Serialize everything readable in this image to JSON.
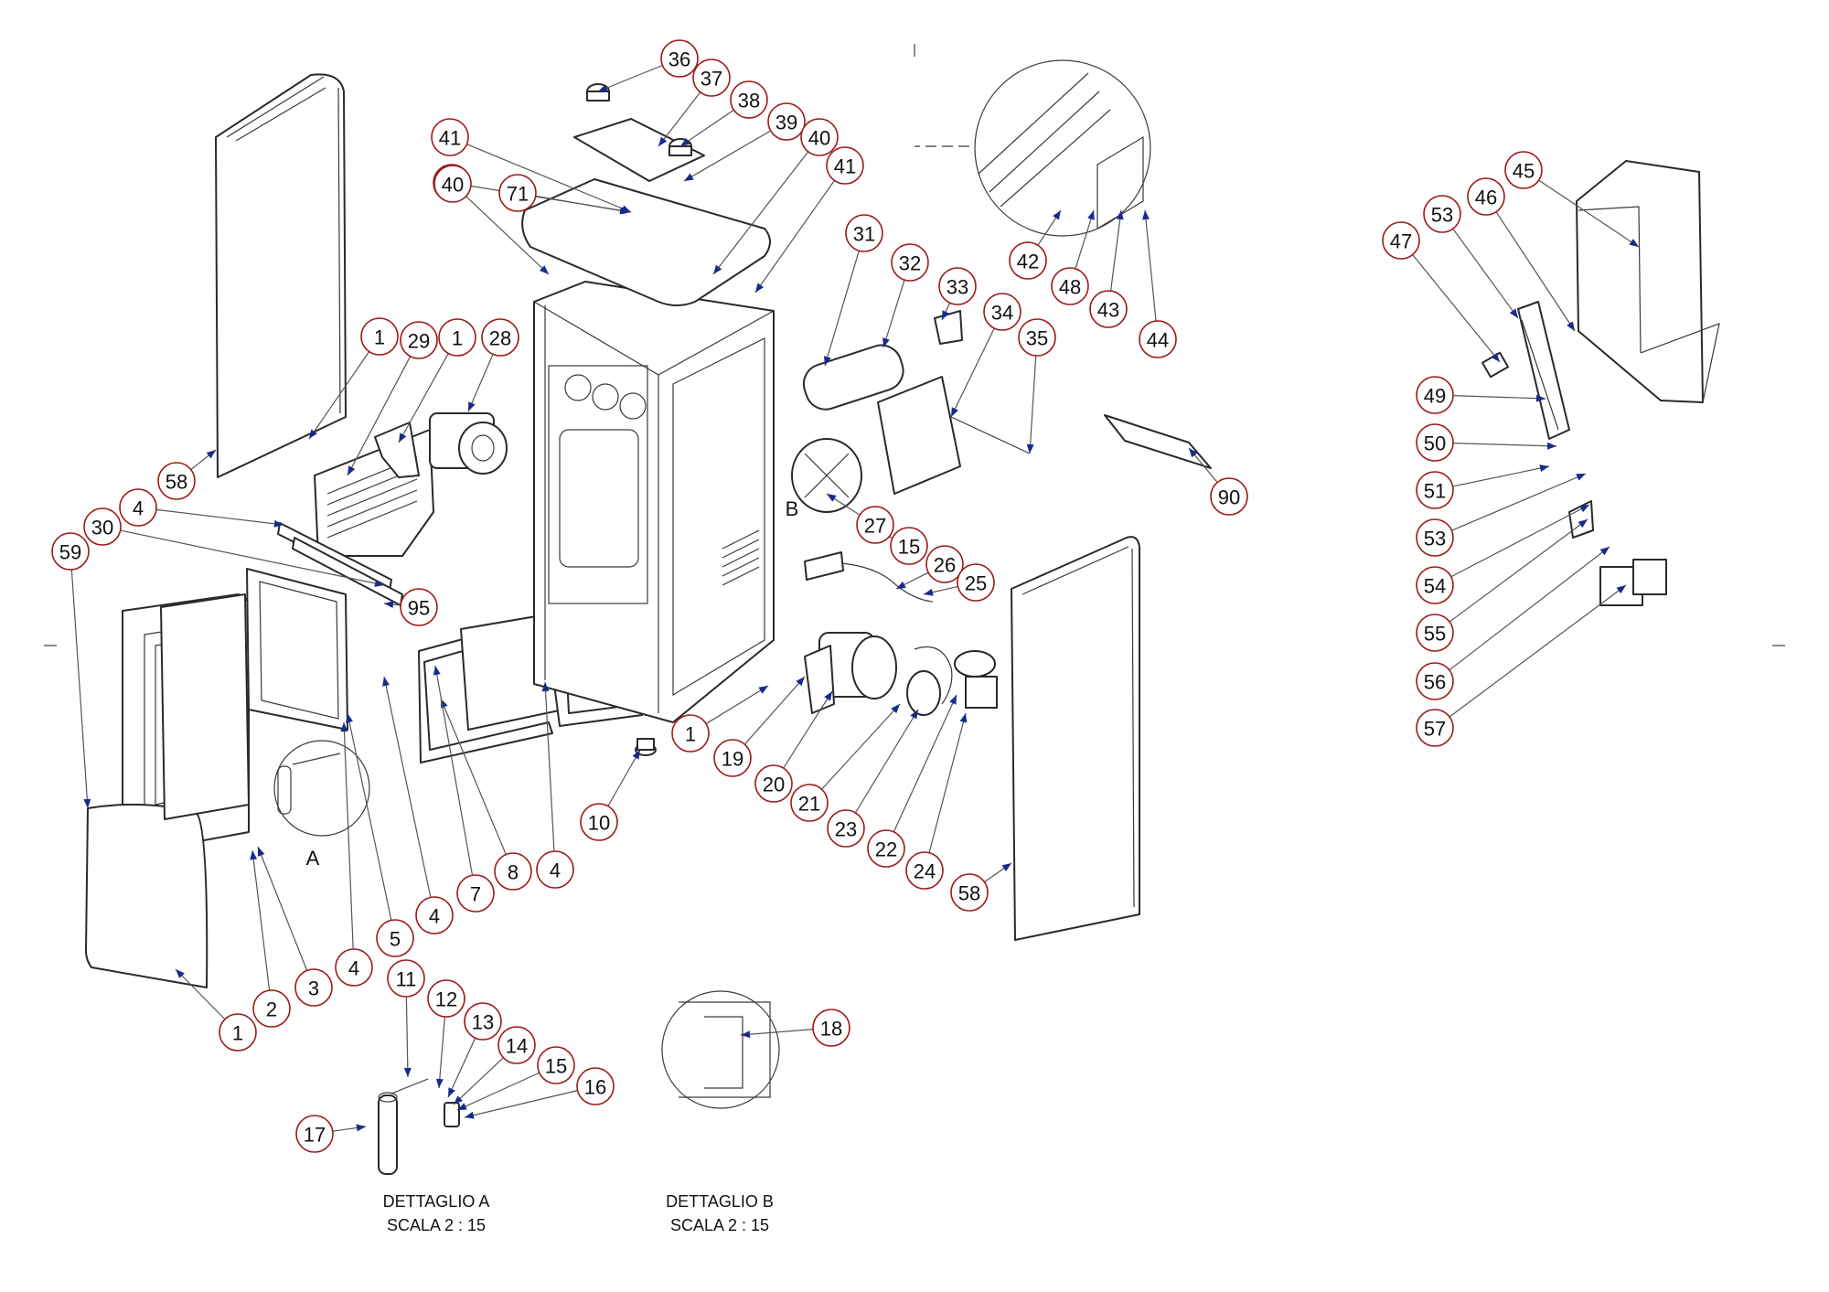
{
  "detail_letters": {
    "a": "A",
    "b": "B"
  },
  "captions": {
    "detail_a_title": "DETTAGLIO A",
    "detail_a_scale": "SCALA 2 : 15",
    "detail_b_title": "DETTAGLIO B",
    "detail_b_scale": "SCALA 2 : 15"
  },
  "callout_labels": [
    "36",
    "37",
    "38",
    "39",
    "40",
    "41",
    "41",
    "40",
    "71",
    "41",
    "31",
    "32",
    "33",
    "34",
    "35",
    "1",
    "29",
    "1",
    "28",
    "58",
    "4",
    "30",
    "59",
    "95",
    "27",
    "15",
    "26",
    "25",
    "90",
    "42",
    "48",
    "43",
    "44",
    "45",
    "46",
    "53",
    "47",
    "49",
    "50",
    "51",
    "53",
    "54",
    "55",
    "56",
    "57",
    "1",
    "19",
    "20",
    "21",
    "23",
    "22",
    "24",
    "58",
    "10",
    "4",
    "8",
    "7",
    "4",
    "5",
    "4",
    "3",
    "2",
    "1",
    "11",
    "12",
    "13",
    "14",
    "15",
    "16",
    "17",
    "18"
  ]
}
